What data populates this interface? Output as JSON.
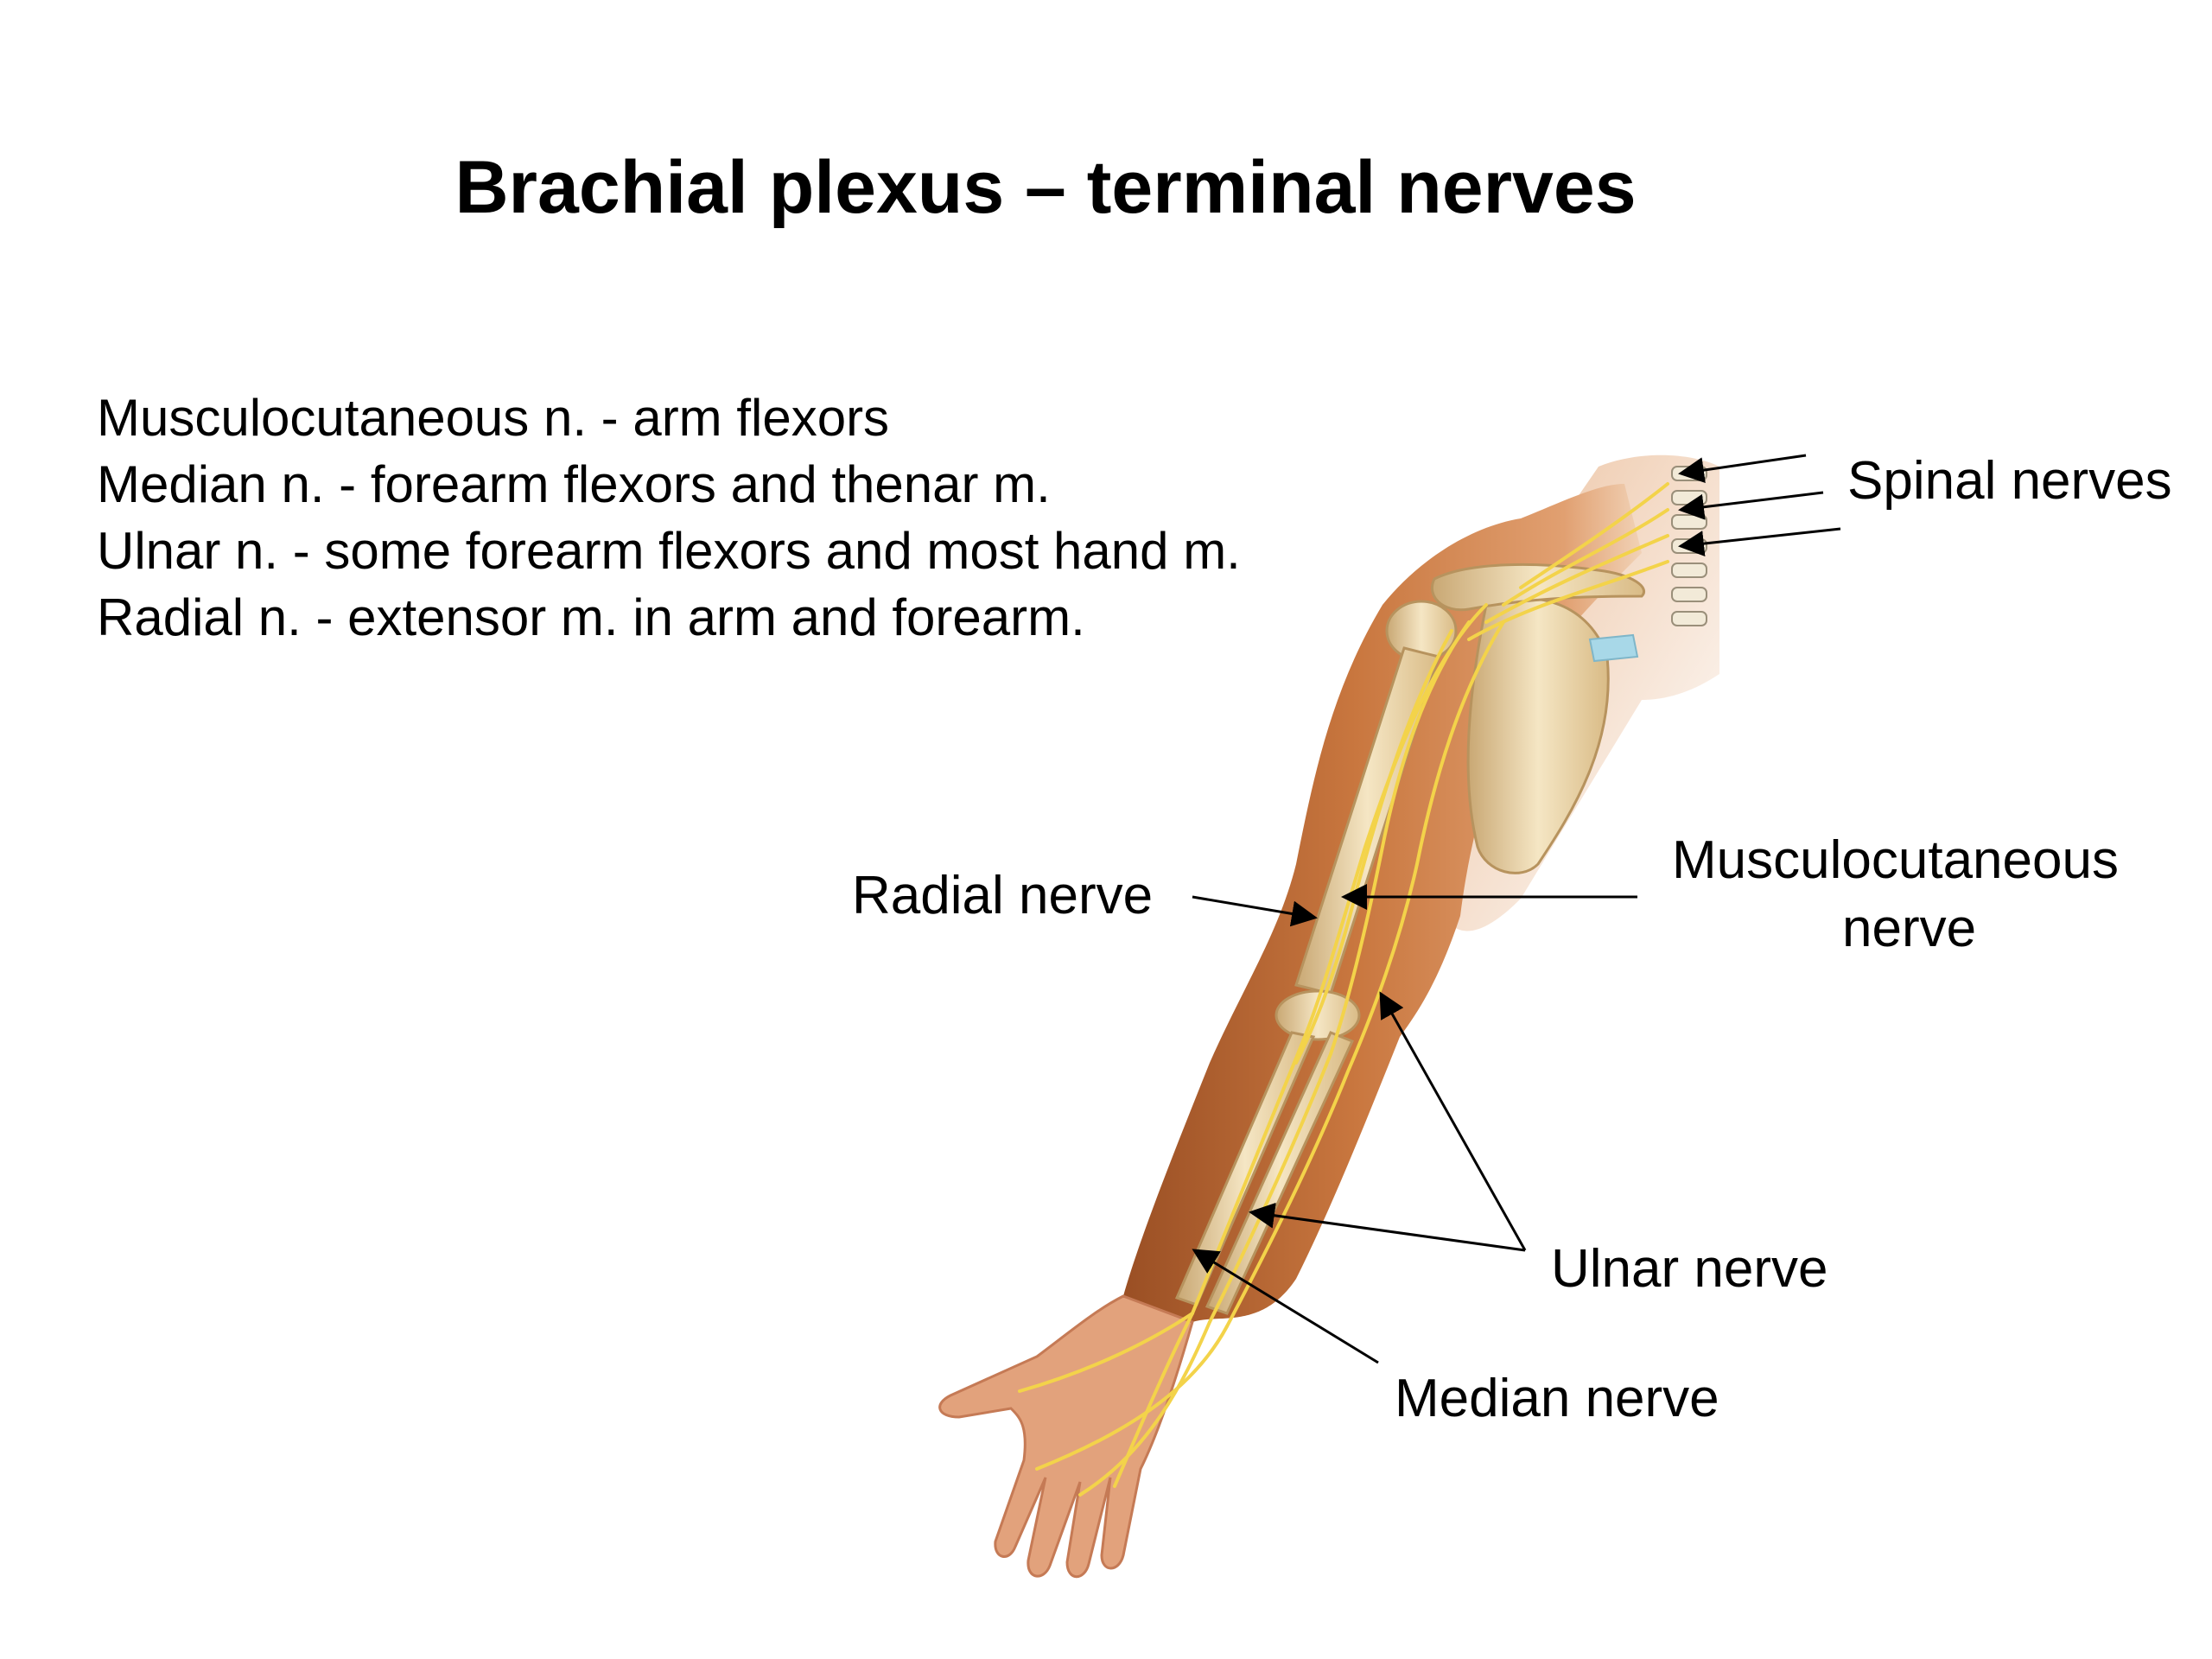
{
  "slide": {
    "title": "Brachial plexus – terminal nerves",
    "summary": [
      "Musculocutaneous n. - arm flexors",
      "Median n. - forearm flexors and thenar m.",
      "Ulnar n. - some forearm flexors and most hand m.",
      "Radial n. - extensor m. in arm and forearm."
    ]
  },
  "figure": {
    "labels": {
      "spinal": "Spinal nerves",
      "radial": "Radial nerve",
      "musculo_line1": "Musculocutaneous",
      "musculo_line2": "nerve",
      "ulnar": "Ulnar nerve",
      "median": "Median nerve"
    },
    "colors": {
      "skin": "#c9773f",
      "skin_shadow": "#9a4f24",
      "bone": "#efdcb3",
      "nerve": "#f3d34a",
      "cartilage": "#a8d8e8"
    }
  }
}
